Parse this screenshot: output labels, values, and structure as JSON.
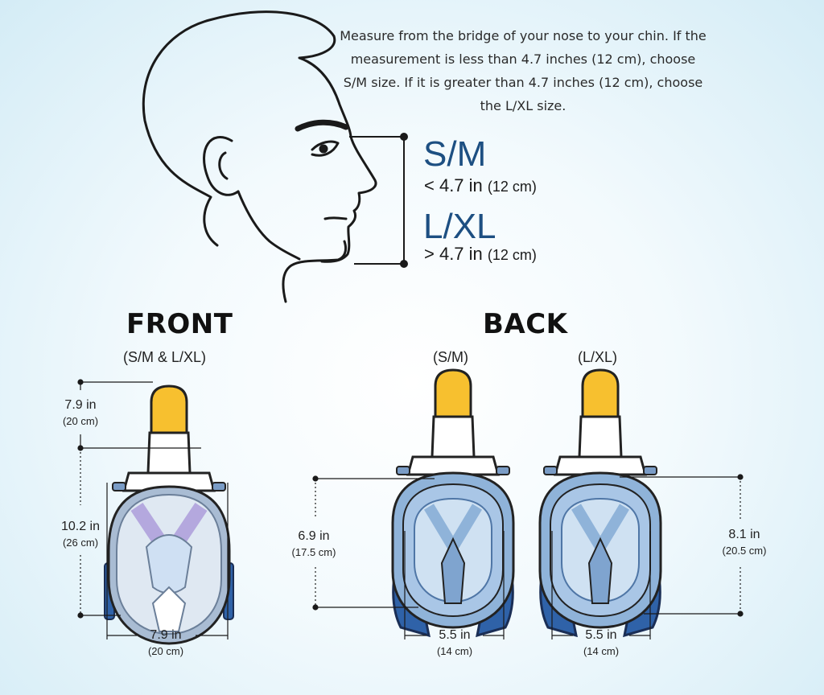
{
  "instruction": "Measure from the bridge of your nose to your chin. If the measurement is less than 4.7 inches (12 cm), choose S/M size. If it is greater than 4.7 inches (12 cm), choose the L/XL size.",
  "sizes": {
    "sm": {
      "label": "S/M",
      "range_in": "< 4.7 in",
      "range_cm": "(12 cm)"
    },
    "lxl": {
      "label": "L/XL",
      "range_in": "> 4.7 in",
      "range_cm": "(12 cm)"
    }
  },
  "front": {
    "heading": "FRONT",
    "subtitle": "(S/M & L/XL)",
    "dims": {
      "top": {
        "in": "7.9 in",
        "cm": "(20 cm)"
      },
      "height": {
        "in": "10.2 in",
        "cm": "(26 cm)"
      },
      "width": {
        "in": "7.9 in",
        "cm": "(20 cm)"
      }
    }
  },
  "back": {
    "heading": "BACK",
    "sm": {
      "subtitle": "(S/M)",
      "height": {
        "in": "6.9 in",
        "cm": "(17.5 cm)"
      },
      "width": {
        "in": "5.5 in",
        "cm": "(14 cm)"
      }
    },
    "lxl": {
      "subtitle": "(L/XL)",
      "height": {
        "in": "8.1 in",
        "cm": "(20.5 cm)"
      },
      "width": {
        "in": "5.5 in",
        "cm": "(14 cm)"
      }
    }
  },
  "colors": {
    "mask_frame": "#8fb3d9",
    "mask_lens": "#cfe1f2",
    "snorkel_tip": "#f7c02f",
    "strap": "#2f62a8",
    "title_blue": "#1d4f82"
  }
}
